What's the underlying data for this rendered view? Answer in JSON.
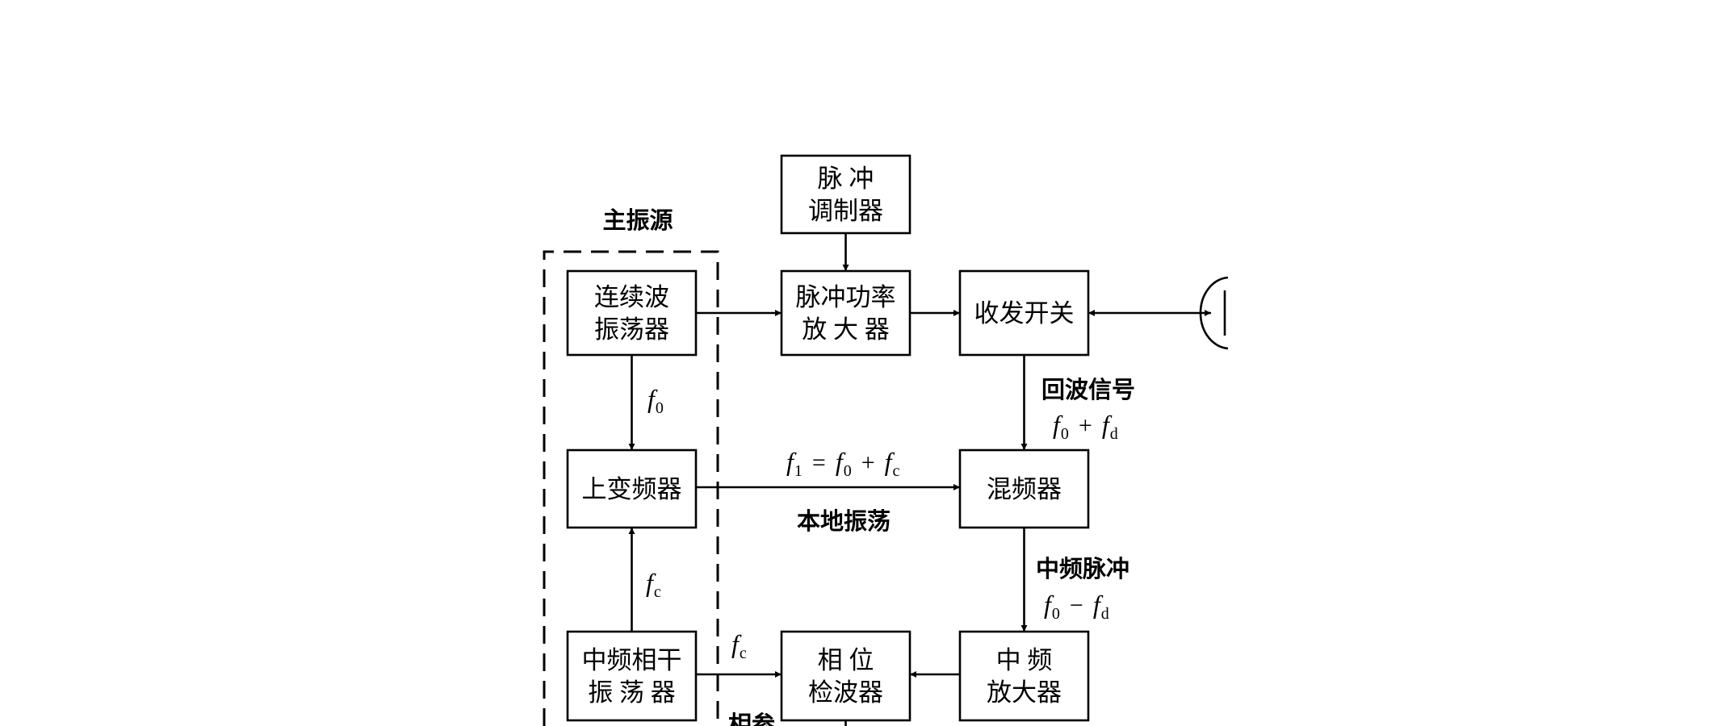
{
  "blocks": {
    "cw_osc": [
      "连续波",
      "振荡器"
    ],
    "upconv": [
      "上变频器"
    ],
    "if_coh_osc": [
      "中频相干",
      "振 荡 器"
    ],
    "pulse_mod": [
      "脉  冲",
      "调制器"
    ],
    "pulse_amp": [
      "脉冲功率",
      "放 大 器"
    ],
    "tr_switch": [
      "收发开关"
    ],
    "mixer": [
      "混频器"
    ],
    "if_amp": [
      "中  频",
      "放大器"
    ],
    "phase_det": [
      "相  位",
      "检波器"
    ]
  },
  "labels": {
    "master_osc": "主振源",
    "echo_signal": "回波信号",
    "local_osc": "本地振荡",
    "if_pulse": "中频脉冲",
    "ref_partial": "相参"
  },
  "formulas": {
    "f0": {
      "base": "f",
      "sub": "0"
    },
    "fc_left": {
      "base": "f",
      "sub": "c"
    },
    "fc_right": {
      "base": "f",
      "sub": "c"
    },
    "f1_eq": [
      {
        "base": "f",
        "sub": "1"
      },
      {
        "op": "="
      },
      {
        "base": "f",
        "sub": "0"
      },
      {
        "op": "+"
      },
      {
        "base": "f",
        "sub": "c"
      }
    ],
    "echo_freq": [
      {
        "base": "f",
        "sub": "0"
      },
      {
        "op": "+"
      },
      {
        "base": "f",
        "sub": "d"
      }
    ],
    "if_freq": [
      {
        "base": "f",
        "sub": "0"
      },
      {
        "op": "−"
      },
      {
        "base": "f",
        "sub": "d"
      }
    ]
  }
}
